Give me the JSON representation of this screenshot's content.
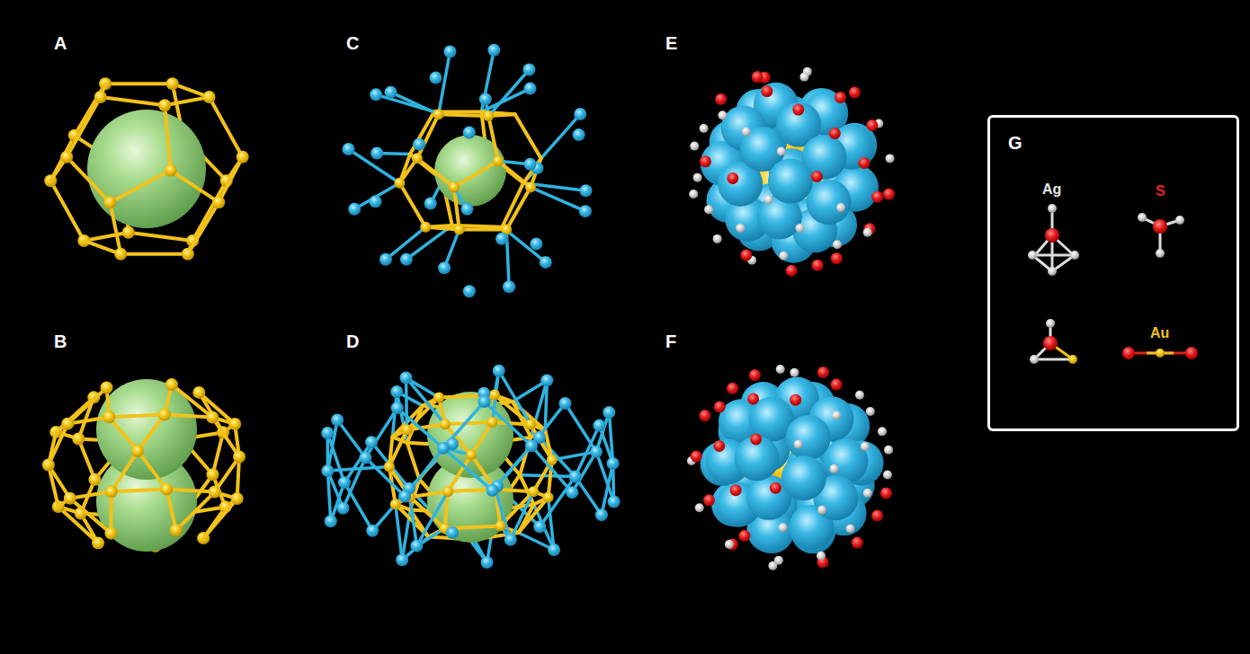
{
  "diagram": {
    "nodes": [
      {
        "text": [
          "G",
          "Ag",
          "S",
          "Au"
        ]
      }
    ],
    "labels": [
      "A",
      "B",
      "C",
      "D",
      "E",
      "F"
    ]
  }
}
